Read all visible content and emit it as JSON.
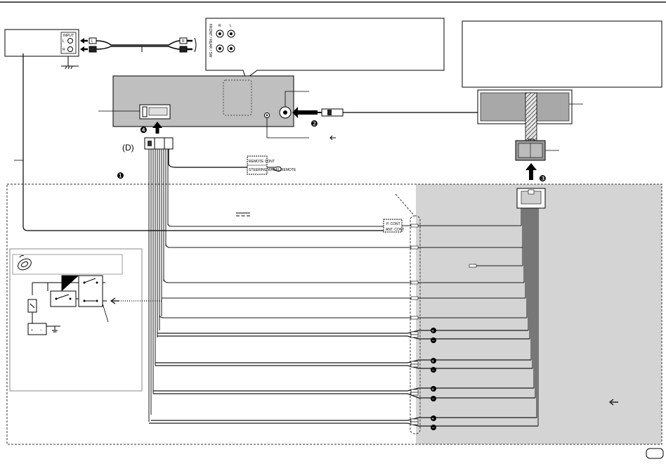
{
  "diagram": {
    "amp_input_label": "INPUT",
    "amp_channel_left": "L",
    "amp_channel_right": "R",
    "rca_plug_left": "L",
    "rca_plug_right": "R",
    "front_rear_label": "FRONT / REAR / SW",
    "preout_r": "R",
    "preout_l": "L",
    "connector_d": "(D)",
    "remote_cont_plug": "REMOTE CONT",
    "steering_wheel_plug": "STEERING WHEEL REMOTE",
    "ant_cont_tag_top": "P. CONT",
    "ant_cont_tag_bottom": "ANT. CONT",
    "step_1": "❶",
    "step_2": "❷",
    "step_3": "❸",
    "step_4": "❹",
    "plus_sign": "+",
    "minus_sign": "−",
    "page_badge": "",
    "colors": {
      "page_bg": "#ffffff",
      "shaded_area": "#d4d4d4",
      "unit_fill": "#bfbfbf",
      "wire": "#1a1a1a",
      "line": "#000000"
    }
  }
}
